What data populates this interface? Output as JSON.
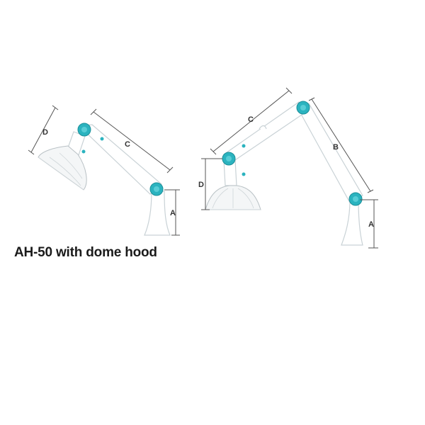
{
  "caption": "AH-50 with dome hood",
  "colors": {
    "joint": "#2bb3bf",
    "joint_dark": "#1c8f99",
    "arm": "#ffffff",
    "outline": "#c9d2d6"
  },
  "left_arm": {
    "labels": {
      "a": "A",
      "c": "C",
      "d": "D"
    }
  },
  "right_arm": {
    "labels": {
      "a": "A",
      "b": "B",
      "c": "C",
      "d": "D"
    }
  }
}
